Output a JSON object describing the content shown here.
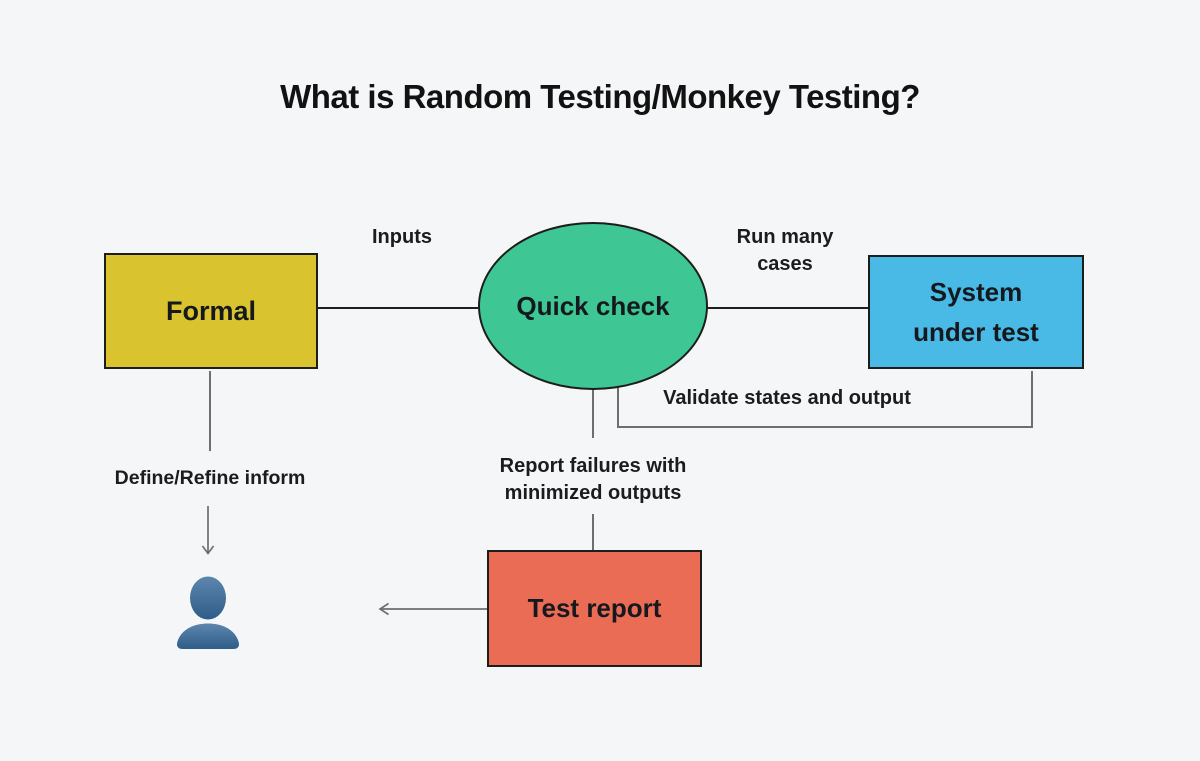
{
  "title": "What is Random Testing/Monkey Testing?",
  "nodes": {
    "formal": {
      "label": "Formal",
      "shape": "rectangle",
      "fill": "#d9c32f"
    },
    "quick_check": {
      "label": "Quick check",
      "shape": "ellipse",
      "fill": "#3ec795"
    },
    "system_under_test": {
      "label": "System under test",
      "shape": "rectangle",
      "fill": "#49b9e6"
    },
    "test_report": {
      "label": "Test report",
      "shape": "rectangle",
      "fill": "#eb6c55"
    },
    "user": {
      "icon": "user-silhouette-icon",
      "fill_top": "#5d86ad",
      "fill_bottom": "#2e5d89"
    }
  },
  "edges": {
    "formal_to_quick_check": {
      "label": "Inputs"
    },
    "quick_check_to_system": {
      "label": "Run many cases"
    },
    "system_to_quick_check": {
      "label": "Validate states and output"
    },
    "formal_to_user": {
      "label": "Define/Refine inform"
    },
    "quick_check_to_test_report": {
      "label": "Report failures with minimized outputs"
    }
  },
  "colors": {
    "background": "#f5f6f8",
    "formal_fill": "#d9c32f",
    "quick_check_fill": "#3ec795",
    "system_fill": "#49b9e6",
    "test_report_fill": "#eb6c55",
    "node_border": "#1d1d1b",
    "connector_gray": "#6e6e6e",
    "connector_dark": "#1f1f1f",
    "text": "#15191d"
  }
}
